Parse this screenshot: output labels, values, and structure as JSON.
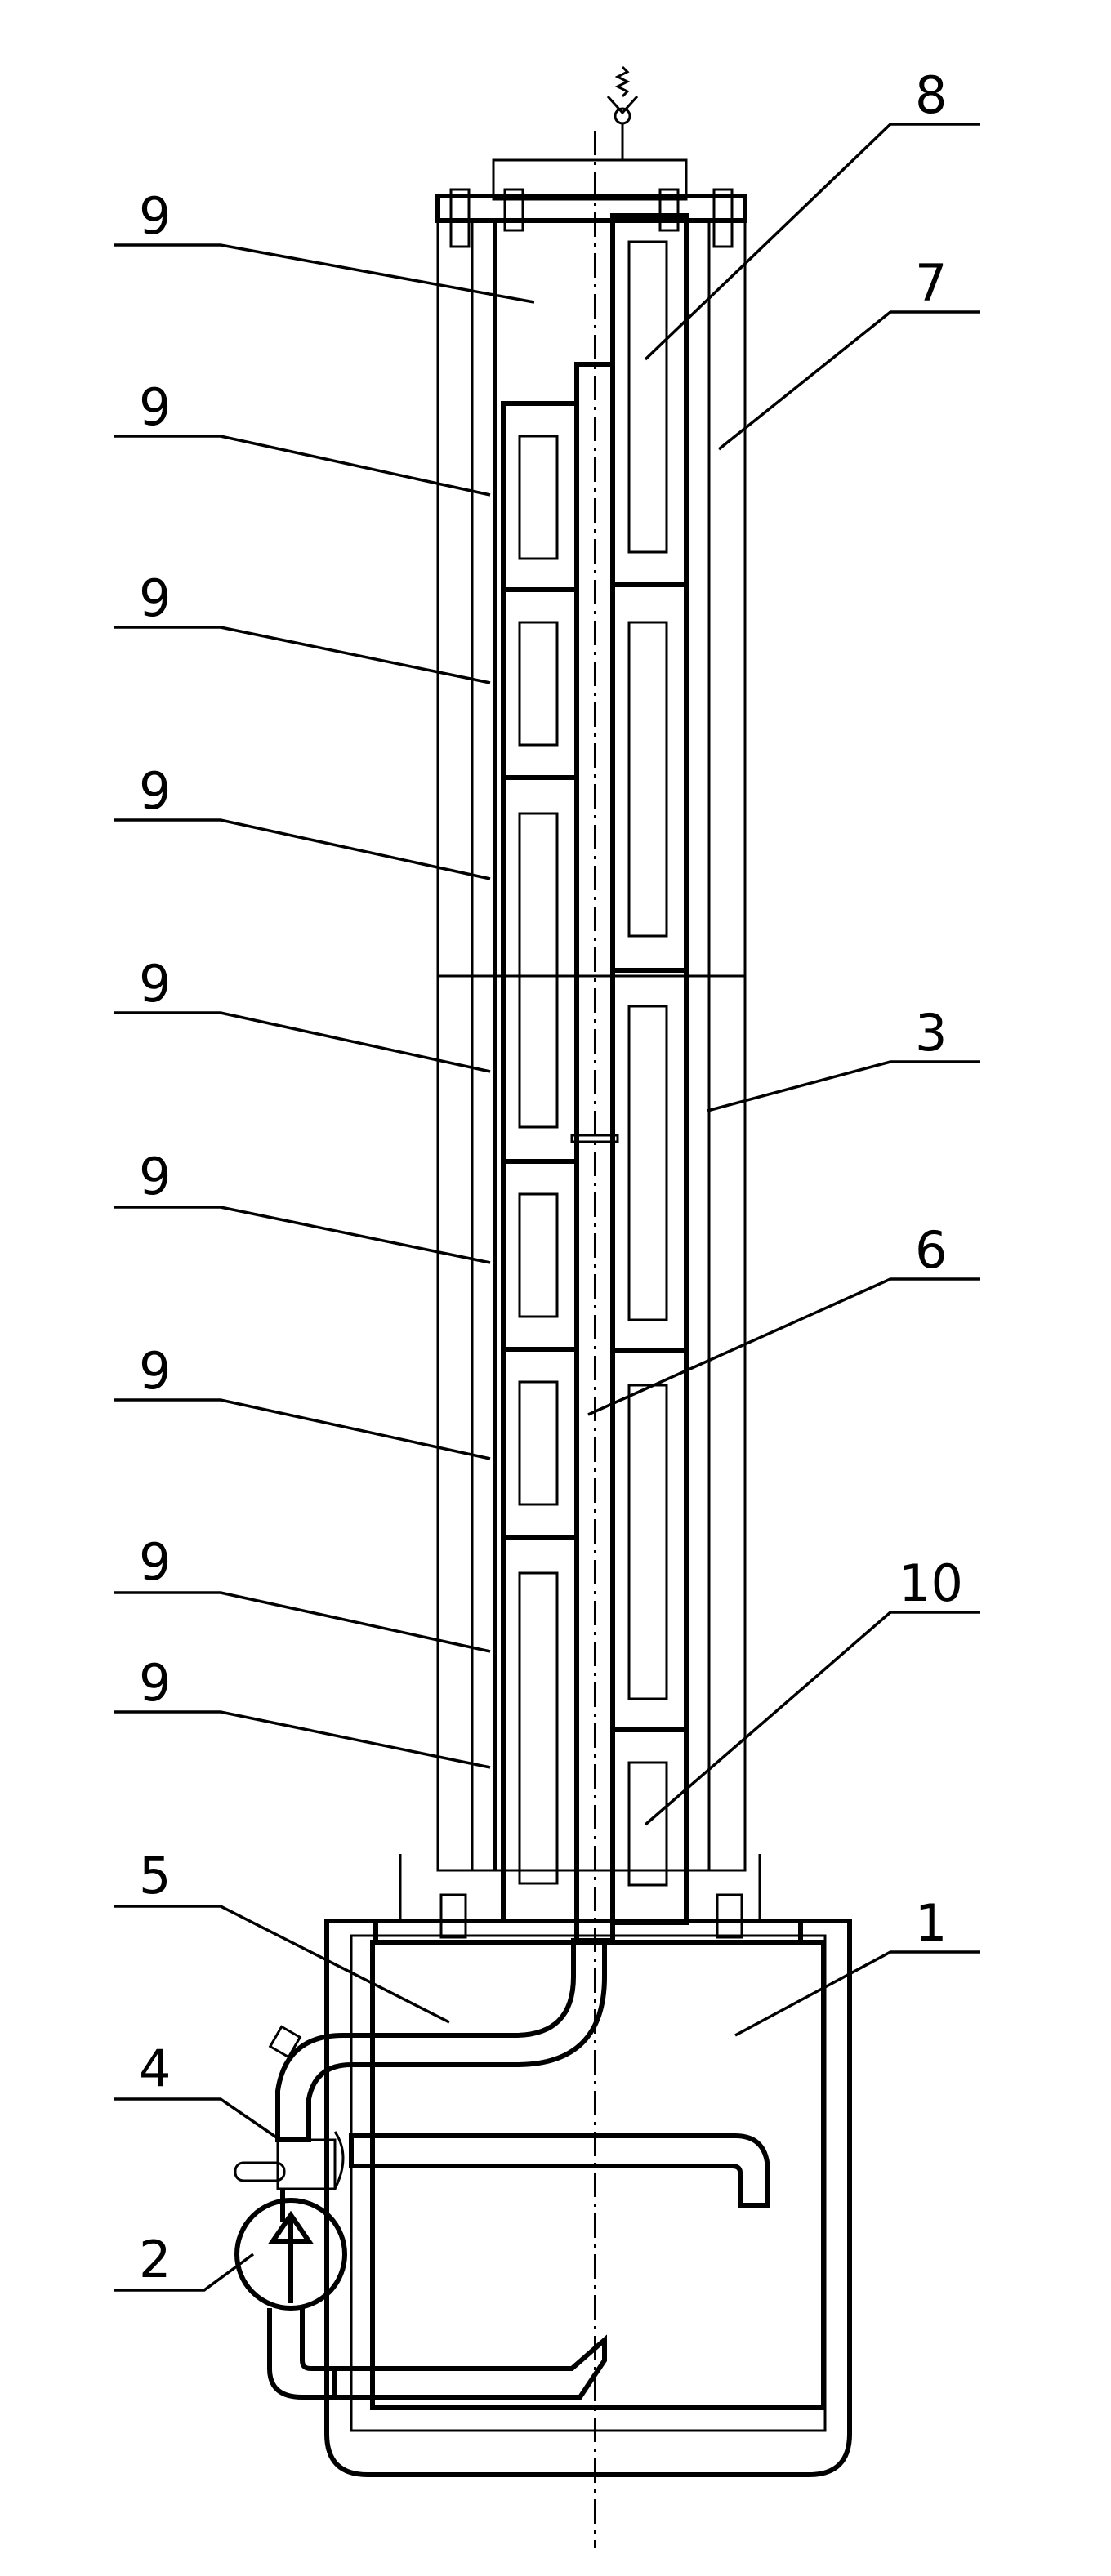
{
  "figure": {
    "labels": {
      "plenum": "1",
      "pump": "2",
      "tube_wall": "3",
      "valve": "4",
      "elbow_pipe": "5",
      "inner_pipe": "6",
      "outer_insulation": "7",
      "element_top": "8",
      "element": "9",
      "element_bottom": "10"
    }
  }
}
